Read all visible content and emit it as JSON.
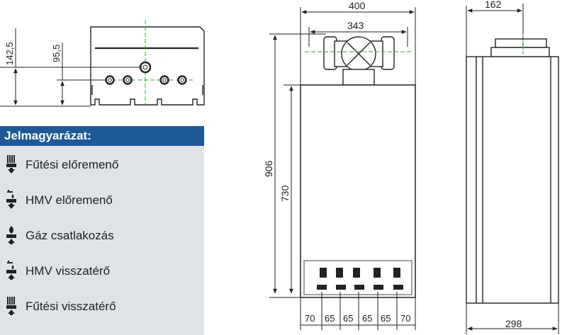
{
  "legend": {
    "title": "Jelmagyarázat:",
    "items": [
      {
        "label": "Fűtési előremenő",
        "icon": "heating-flow-icon"
      },
      {
        "label": "HMV előremenő",
        "icon": "hot-water-flow-icon"
      },
      {
        "label": "Gáz csatlakozás",
        "icon": "gas-connection-icon"
      },
      {
        "label": "HMV visszatérő",
        "icon": "hot-water-return-icon"
      },
      {
        "label": "Fűtési visszatérő",
        "icon": "heating-return-icon"
      }
    ]
  },
  "dimensions": {
    "top_left_height": "142,5",
    "top_pipe_height": "95,5",
    "front_width": "400",
    "flue_spacing": "343",
    "total_height": "906",
    "body_height": "730",
    "spacing": [
      "70",
      "65",
      "65",
      "65",
      "65",
      "70"
    ],
    "side_flue_offset": "162",
    "side_depth": "298"
  },
  "colors": {
    "legend_header": "#1d5a95",
    "legend_bg": "#dfe3e6",
    "centerline": "#33aa33"
  }
}
